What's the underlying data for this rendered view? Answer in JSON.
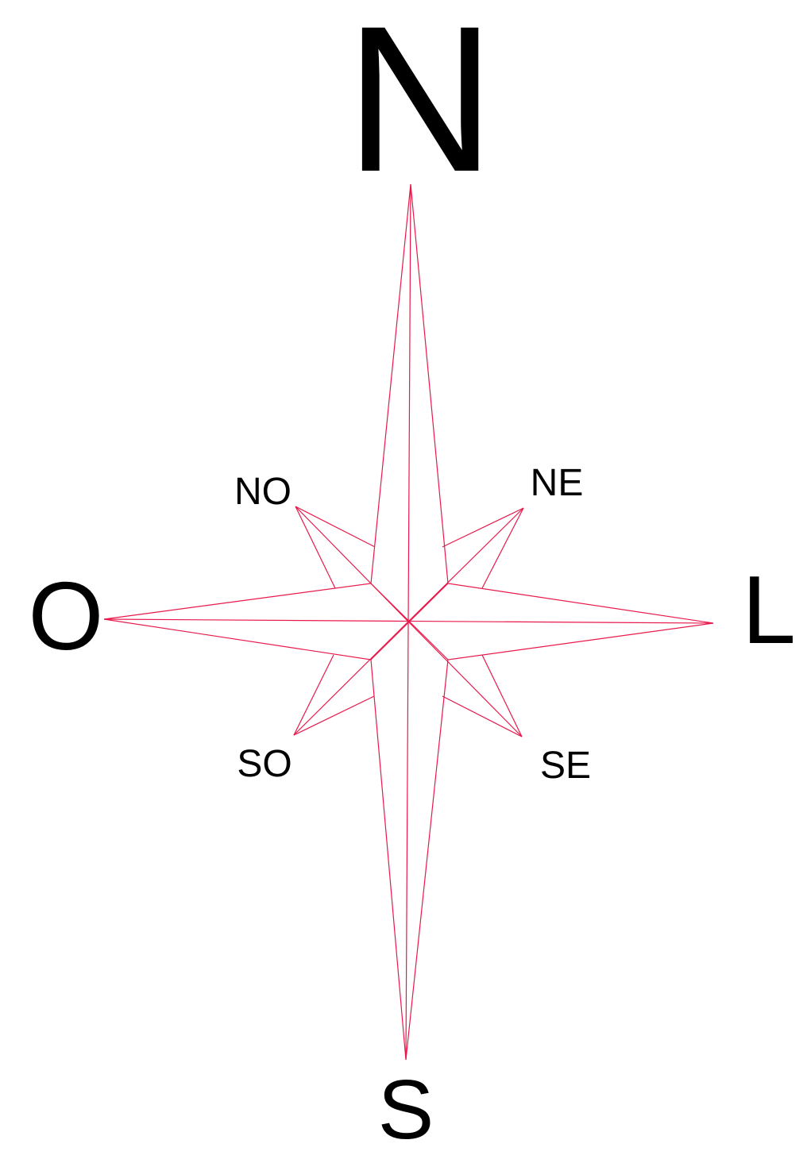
{
  "compass": {
    "line_color": "#e8194b",
    "text_color": "#000000",
    "labels": {
      "north": "N",
      "south": "S",
      "west": "O",
      "east": "L",
      "northwest": "NO",
      "northeast": "NE",
      "southwest": "SO",
      "southeast": "SE"
    }
  }
}
